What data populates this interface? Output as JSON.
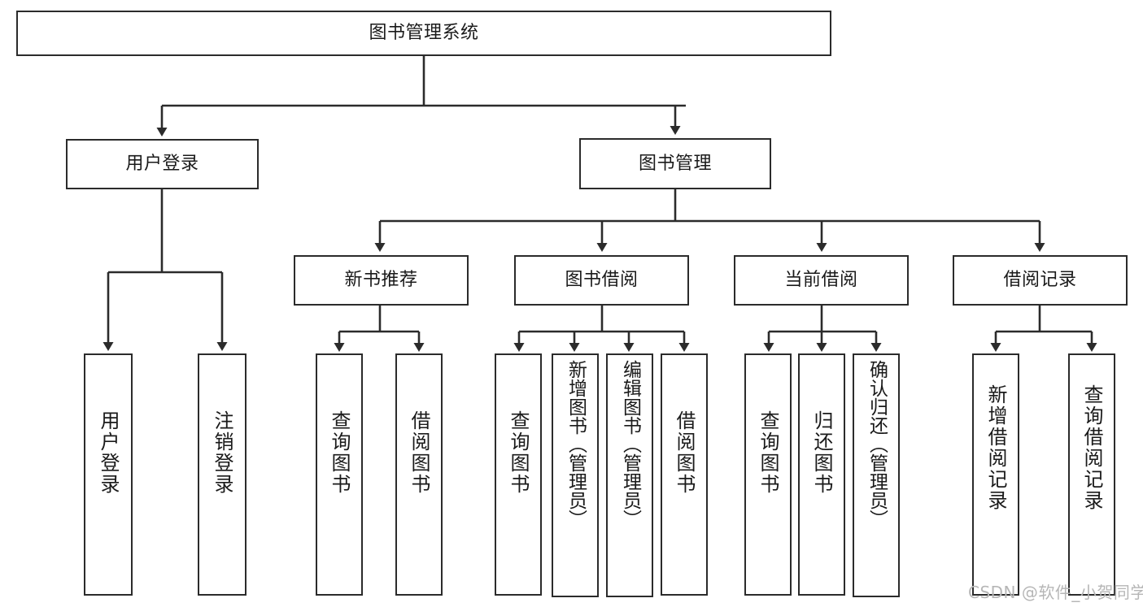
{
  "diagram": {
    "title": "图书管理系统",
    "type": "tree-hierarchy-functional-decomposition",
    "watermark": "CSDN @软件_小贺同学",
    "colors": {
      "stroke": "#2b2b2b",
      "fill": "#ffffff",
      "text": "#1a1a1a",
      "watermark": "#b6b6b6"
    },
    "nodes": {
      "root": {
        "label": "图书管理系统"
      },
      "level2": [
        {
          "id": "user-login",
          "label": "用户登录"
        },
        {
          "id": "book-management",
          "label": "图书管理"
        }
      ],
      "level3": [
        {
          "id": "new-book-recommend",
          "label": "新书推荐"
        },
        {
          "id": "book-borrow",
          "label": "图书借阅"
        },
        {
          "id": "current-borrow",
          "label": "当前借阅"
        },
        {
          "id": "borrow-record",
          "label": "借阅记录"
        }
      ],
      "leaves": {
        "user-login": [
          {
            "id": "leaf-user-login",
            "label": "用户登录"
          },
          {
            "id": "leaf-logout-login",
            "label": "注销登录"
          }
        ],
        "new-book-recommend": [
          {
            "id": "leaf-query-book-1",
            "label": "查询图书"
          },
          {
            "id": "leaf-borrow-book-1",
            "label": "借阅图书"
          }
        ],
        "book-borrow": [
          {
            "id": "leaf-query-book-2",
            "label": "查询图书"
          },
          {
            "id": "leaf-add-book-admin",
            "label": "新增图书（管理员）"
          },
          {
            "id": "leaf-edit-book-admin",
            "label": "编辑图书（管理员）"
          },
          {
            "id": "leaf-borrow-book-2",
            "label": "借阅图书"
          }
        ],
        "current-borrow": [
          {
            "id": "leaf-query-book-3",
            "label": "查询图书"
          },
          {
            "id": "leaf-return-book",
            "label": "归还图书"
          },
          {
            "id": "leaf-confirm-return-admin",
            "label": "确认归还（管理员）"
          }
        ],
        "borrow-record": [
          {
            "id": "leaf-add-borrow-record",
            "label": "新增借阅记录"
          },
          {
            "id": "leaf-query-borrow-record",
            "label": "查询借阅记录"
          }
        ]
      }
    }
  }
}
